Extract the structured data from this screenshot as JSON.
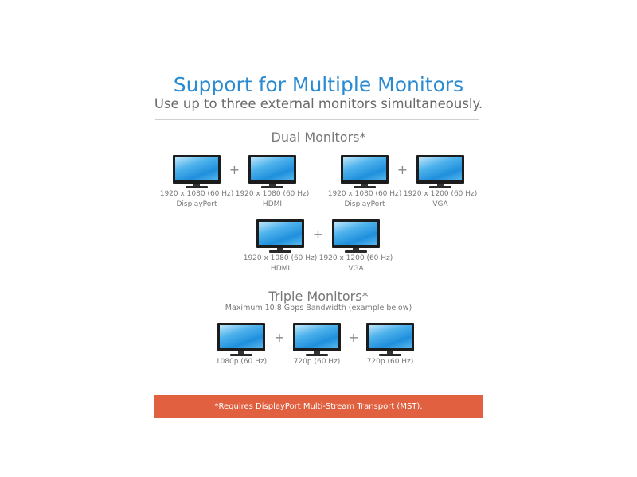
{
  "title": "Support for Multiple Monitors",
  "subtitle": "Use up to three external monitors simultaneously.",
  "dual": {
    "heading": "Dual Monitors*",
    "configs": [
      [
        {
          "res": "1920 x 1080 (60 Hz)",
          "port": "DisplayPort"
        },
        {
          "res": "1920 x 1080 (60 Hz)",
          "port": "HDMI"
        }
      ],
      [
        {
          "res": "1920 x 1080 (60 Hz)",
          "port": "DisplayPort"
        },
        {
          "res": "1920 x 1200 (60 Hz)",
          "port": "VGA"
        }
      ],
      [
        {
          "res": "1920 x 1080 (60 Hz)",
          "port": "HDMI"
        },
        {
          "res": "1920 x 1200 (60 Hz)",
          "port": "VGA"
        }
      ]
    ]
  },
  "triple": {
    "heading": "Triple Monitors*",
    "note": "Maximum 10.8 Gbps Bandwidth (example below)",
    "monitors": [
      {
        "res": "1080p (60 Hz)"
      },
      {
        "res": "720p (60 Hz)"
      },
      {
        "res": "720p (60 Hz)"
      }
    ]
  },
  "plus": "+",
  "footnote": "*Requires DisplayPort Multi-Stream Transport (MST).",
  "colors": {
    "title": "#2b8bd1",
    "banner": "#e0603f"
  }
}
